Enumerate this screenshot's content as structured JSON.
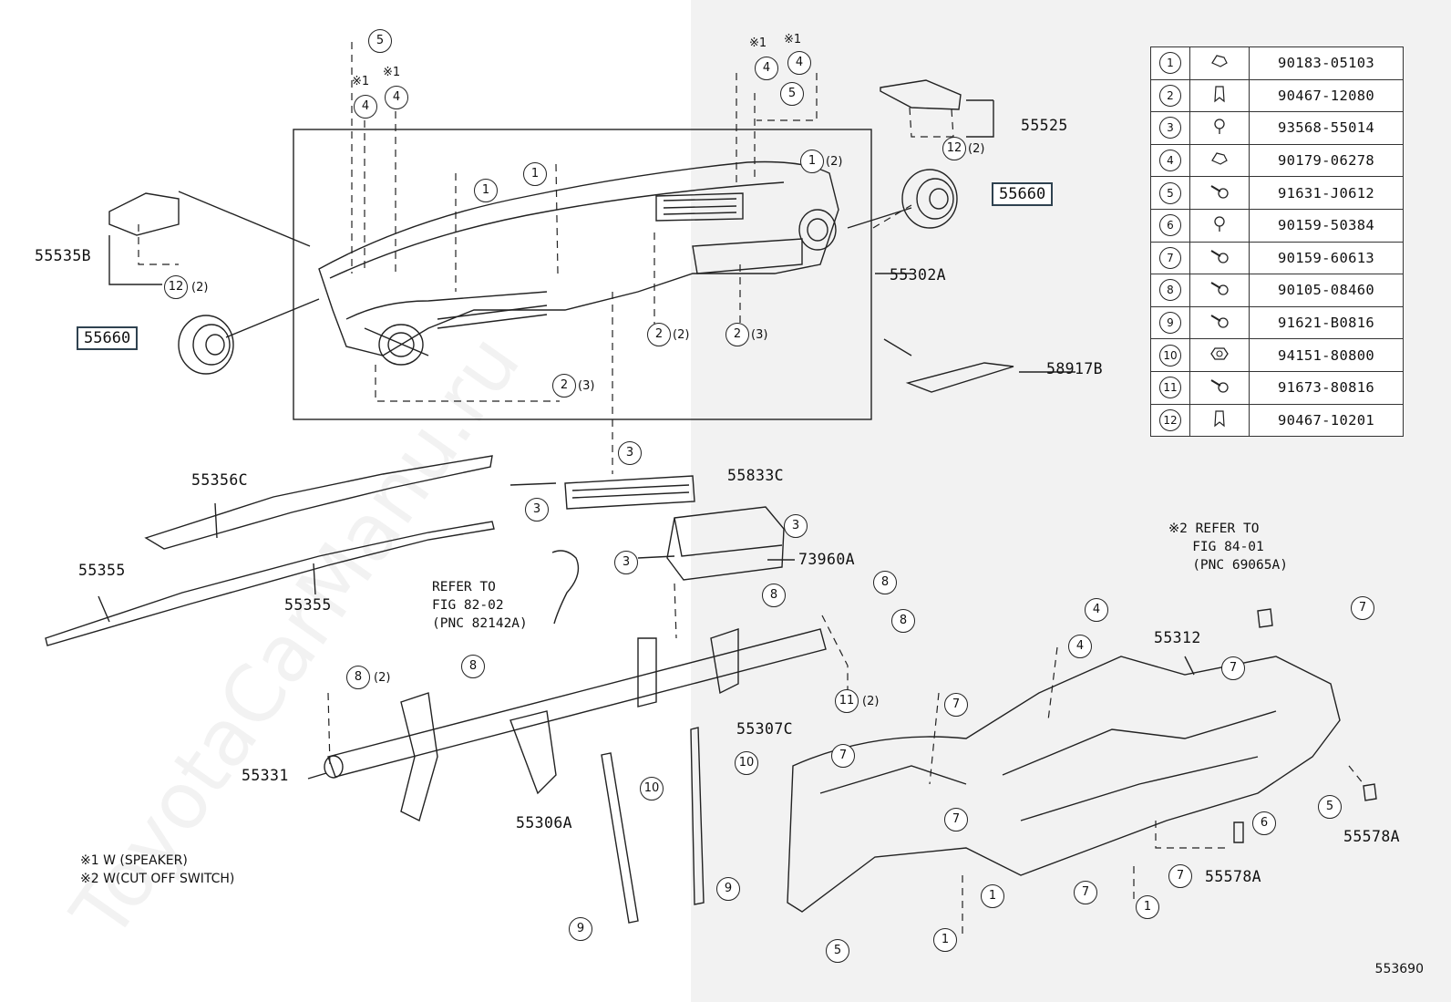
{
  "diagram": {
    "parts": [
      {
        "id": "55535B"
      },
      {
        "id": "55660"
      },
      {
        "id": "55302A"
      },
      {
        "id": "55525"
      },
      {
        "id": "58917B"
      },
      {
        "id": "55356C"
      },
      {
        "id": "55355a"
      },
      {
        "id": "55833C"
      },
      {
        "id": "73960A"
      },
      {
        "id": "55331"
      },
      {
        "id": "55306A"
      },
      {
        "id": "55307C"
      },
      {
        "id": "55312"
      },
      {
        "id": "55578A"
      }
    ],
    "labels": {
      "p55535B": "55535B",
      "p55660_left": "55660",
      "p55660_right": "55660",
      "p55302A": "55302A",
      "p55525": "55525",
      "p58917B": "58917B",
      "p55356C": "55356C",
      "p55355_left": "55355",
      "p55355_right": "55355",
      "p55833C": "55833C",
      "p73960A": "73960A",
      "p55331": "55331",
      "p55306A": "55306A",
      "p55307C": "55307C",
      "p55312": "55312",
      "p55578A_a": "55578A",
      "p55578A_b": "55578A"
    },
    "refer_left": "REFER TO\nFIG 82-02\n(PNC 82142A)",
    "refer_right": "※2 REFER TO\n   FIG 84-01\n   (PNC 69065A)",
    "footnote_1": "※1 W (SPEAKER)",
    "footnote_2": "※2 W(CUT OFF SWITCH)",
    "doc_id": "553690",
    "watermark": "ToyotaCarManu.ru",
    "qty": {
      "q2": "(2)",
      "q3": "(3)",
      "mark1": "※1"
    }
  },
  "parts_table": {
    "rows": [
      {
        "n": "1",
        "icon": "clip-icon",
        "pn": "90183-05103"
      },
      {
        "n": "2",
        "icon": "nut-clip-icon",
        "pn": "90467-12080"
      },
      {
        "n": "3",
        "icon": "screw-icon",
        "pn": "93568-55014"
      },
      {
        "n": "4",
        "icon": "clip-icon",
        "pn": "90179-06278"
      },
      {
        "n": "5",
        "icon": "bolt-icon",
        "pn": "91631-J0612"
      },
      {
        "n": "6",
        "icon": "screw-icon",
        "pn": "90159-50384"
      },
      {
        "n": "7",
        "icon": "bolt-icon",
        "pn": "90159-60613"
      },
      {
        "n": "8",
        "icon": "bolt-icon",
        "pn": "90105-08460"
      },
      {
        "n": "9",
        "icon": "bolt-icon",
        "pn": "91621-B0816"
      },
      {
        "n": "10",
        "icon": "nut-icon",
        "pn": "94151-80800"
      },
      {
        "n": "11",
        "icon": "bolt-icon",
        "pn": "91673-80816"
      },
      {
        "n": "12",
        "icon": "nut-clip-icon",
        "pn": "90467-10201"
      }
    ]
  },
  "colors": {
    "highlight_border": "#2f4250",
    "right_shade": "#f2f2f2",
    "line": "#222222"
  }
}
